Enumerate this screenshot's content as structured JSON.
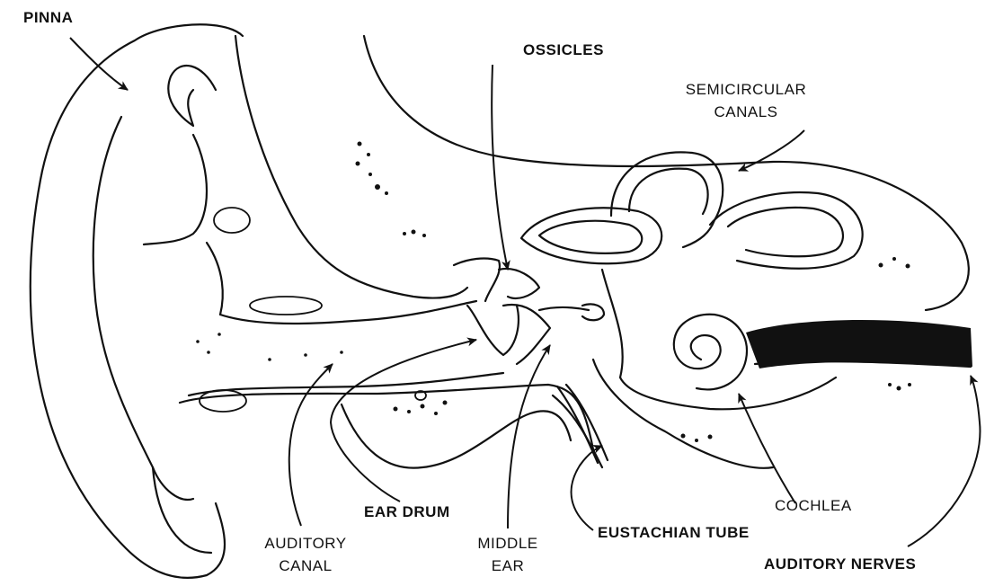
{
  "labels": {
    "pinna": "PINNA",
    "ossicles": "OSSICLES",
    "semicircular_line1": "SEMICIRCULAR",
    "semicircular_line2": "CANALS",
    "ear_drum": "EAR DRUM",
    "auditory_canal_line1": "AUDITORY",
    "auditory_canal_line2": "CANAL",
    "middle_ear_line1": "MIDDLE",
    "middle_ear_line2": "EAR",
    "eustachian_tube": "EUSTACHIAN TUBE",
    "cochlea": "COCHLEA",
    "auditory_nerves": "AUDITORY NERVES"
  },
  "colors": {
    "ink": "#111111",
    "background": "#ffffff"
  }
}
